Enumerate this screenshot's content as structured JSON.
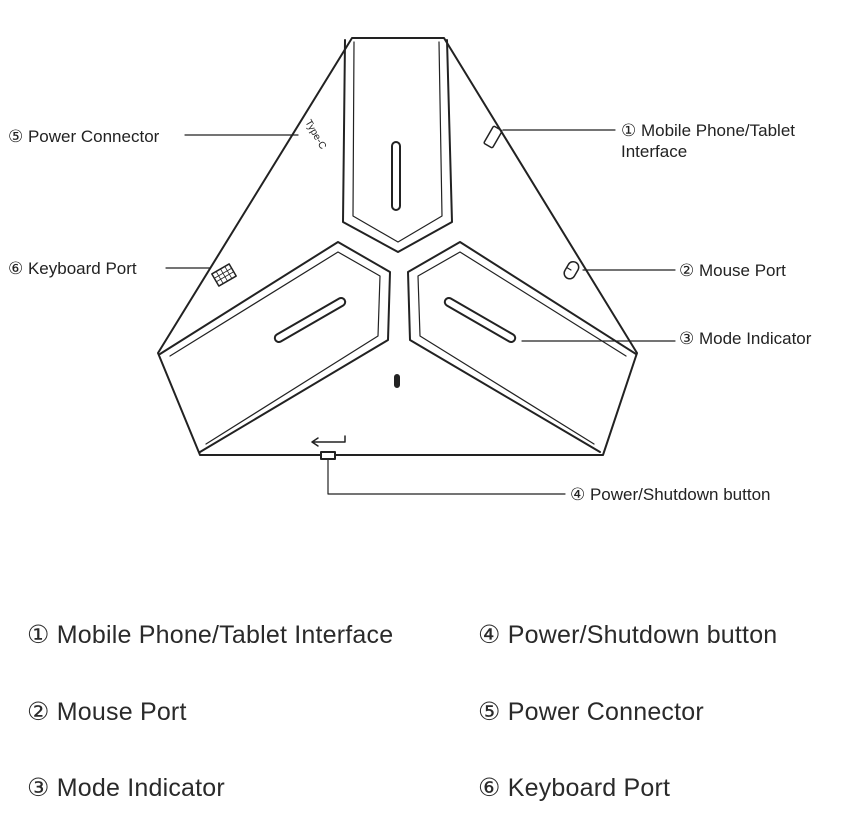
{
  "callouts": {
    "mobile_line1": "① Mobile Phone/Tablet",
    "mobile_line2": "Interface",
    "mouse": "② Mouse Port",
    "mode": "③ Mode Indicator",
    "power_btn": "④ Power/Shutdown button",
    "power_conn": "⑤ Power Connector",
    "keyboard": "⑥ Keyboard Port"
  },
  "device": {
    "typec_label": "Type-C"
  },
  "legend": [
    "① Mobile Phone/Tablet Interface",
    "② Mouse Port",
    "③ Mode Indicator",
    "④ Power/Shutdown button",
    "⑤ Power Connector",
    "⑥ Keyboard Port"
  ]
}
